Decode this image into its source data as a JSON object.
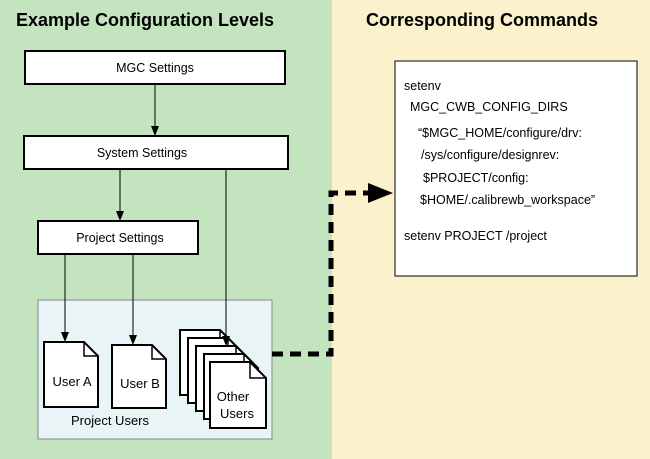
{
  "colors": {
    "left_panel_bg": "#c4e4c0",
    "right_panel_bg": "#fbf1cc",
    "users_group_bg": "#e8f4f6",
    "box_fill": "#ffffff",
    "stroke": "#000000"
  },
  "left_panel": {
    "title": "Example Configuration Levels",
    "boxes": {
      "mgc": "MGC Settings",
      "system": "System Settings",
      "project": "Project Settings"
    },
    "users_group": {
      "caption": "Project Users",
      "user_a": "User A",
      "user_b": "User B",
      "other_line1": "Other",
      "other_line2": "Users"
    }
  },
  "right_panel": {
    "title": "Corresponding Commands",
    "commands": {
      "line1": "setenv",
      "line2": "MGC_CWB_CONFIG_DIRS",
      "line3": "“$MGC_HOME/configure/drv:",
      "line4": "/sys/configure/designrev:",
      "line5": "$PROJECT/config:",
      "line6": "$HOME/.calibrewb_workspace”",
      "line7": "setenv PROJECT /project"
    }
  }
}
